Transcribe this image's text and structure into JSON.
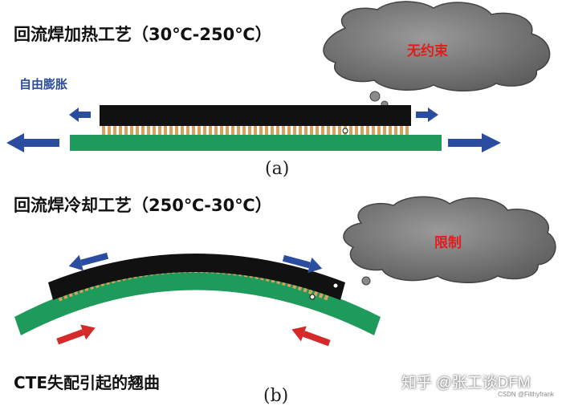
{
  "top": {
    "title": "回流焊加热工艺（30℃-250℃）",
    "cloud_label": "无约束",
    "free_expansion_label": "自由膨胀",
    "panel_label": "(a)"
  },
  "bottom": {
    "title": "回流焊冷却工艺（250℃-30℃）",
    "cloud_label": "限制",
    "caption": "CTE失配引起的翘曲",
    "panel_label": "(b)"
  },
  "watermark": {
    "text": "知乎 @张工谈DFM",
    "credit": "CSDN @Filthyfrank"
  },
  "colors": {
    "chip": "#111111",
    "solder": "#d9a25c",
    "board": "#1e9a5a",
    "expansion_arrow": "#2b4da0",
    "contraction_arrow": "#d42a2a",
    "cloud": "#7d7d7d",
    "cloud_text": "#e01e1e"
  }
}
